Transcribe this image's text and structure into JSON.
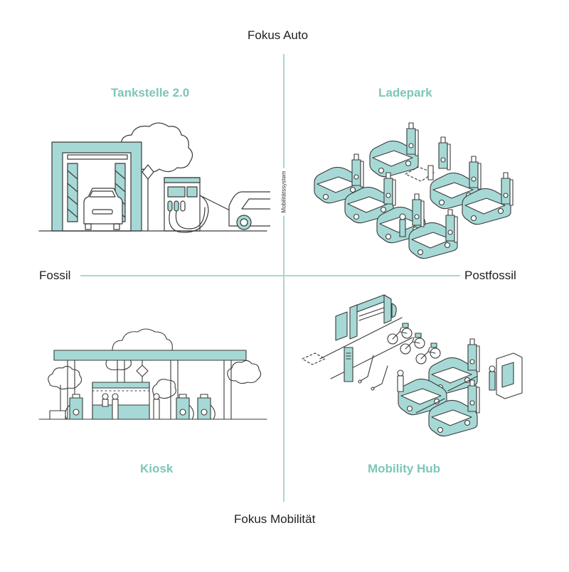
{
  "axes": {
    "top": "Fokus Auto",
    "bottom": "Fokus Mobilität",
    "left": "Fossil",
    "right": "Postfossil",
    "vertical_axis_label": "Mobilitätssystem"
  },
  "quadrants": [
    {
      "position": "top-left",
      "title": "Tankstelle 2.0",
      "illustration": "car-wash-and-fuel-pump-illustration"
    },
    {
      "position": "top-right",
      "title": "Ladepark",
      "illustration": "ev-charging-park-illustration"
    },
    {
      "position": "bottom-left",
      "title": "Kiosk",
      "illustration": "gas-station-kiosk-illustration"
    },
    {
      "position": "bottom-right",
      "title": "Mobility Hub",
      "illustration": "mobility-hub-illustration"
    }
  ],
  "colors": {
    "accent_fill": "#a6d9d6",
    "title_teal": "#7cc6b9",
    "axis_line": "#a9d6d0",
    "stroke": "#3a3a3a",
    "text": "#1f1f1f"
  }
}
